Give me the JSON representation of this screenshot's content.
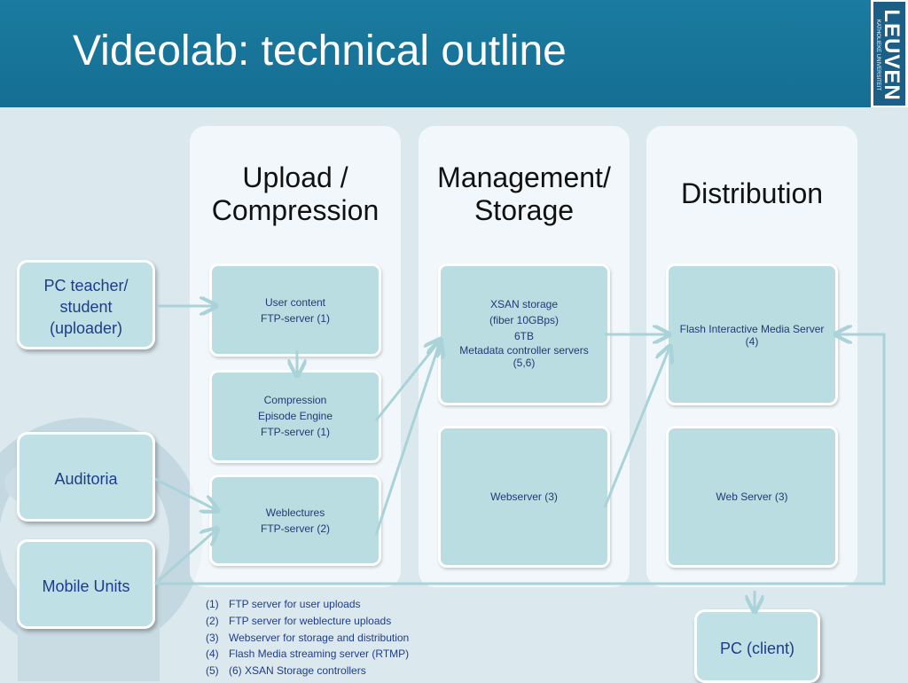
{
  "title": "Videolab: technical outline",
  "logo": {
    "main": "LEUVEN",
    "sub": "KATHOLIEKE UNIVERSITEIT"
  },
  "columns": [
    {
      "title_lines": [
        "Upload /",
        "Compression"
      ]
    },
    {
      "title_lines": [
        "Management/",
        "Storage"
      ]
    },
    {
      "title_lines": [
        "Distribution"
      ]
    }
  ],
  "boxes": {
    "user_content": [
      "User content",
      "FTP-server (1)"
    ],
    "compression": [
      "Compression",
      "Episode Engine",
      "FTP-server (1)"
    ],
    "weblectures": [
      "Weblectures",
      "FTP-server (2)"
    ],
    "xsan": [
      "XSAN storage",
      "(fiber 10GBps)",
      "6TB",
      "Metadata controller servers",
      "(5,6)"
    ],
    "webserver_mgmt": [
      "Webserver (3)"
    ],
    "flash_server": [
      "Flash Interactive Media Server",
      "(4)"
    ],
    "web_server_dist": [
      "Web Server (3)"
    ]
  },
  "sources": {
    "pc_teacher": [
      "PC teacher/",
      "student",
      "(uploader)"
    ],
    "auditoria": [
      "Auditoria"
    ],
    "mobile_units": [
      "Mobile Units"
    ],
    "pc_client": [
      "PC (client)"
    ]
  },
  "notes": [
    {
      "num": "(1)",
      "text": "FTP server for user uploads"
    },
    {
      "num": "(2)",
      "text": "FTP server for weblecture uploads"
    },
    {
      "num": "(3)",
      "text": "Webserver for storage and distribution"
    },
    {
      "num": "(4)",
      "text": "Flash Media streaming server (RTMP)"
    },
    {
      "num": "(5)",
      "text": "(6) XSAN Storage controllers"
    }
  ],
  "colors": {
    "header": "#1b7ba0",
    "box_fill": "#b9dde1",
    "box_text": "#223a74",
    "arrow": "#a9d3d8"
  }
}
